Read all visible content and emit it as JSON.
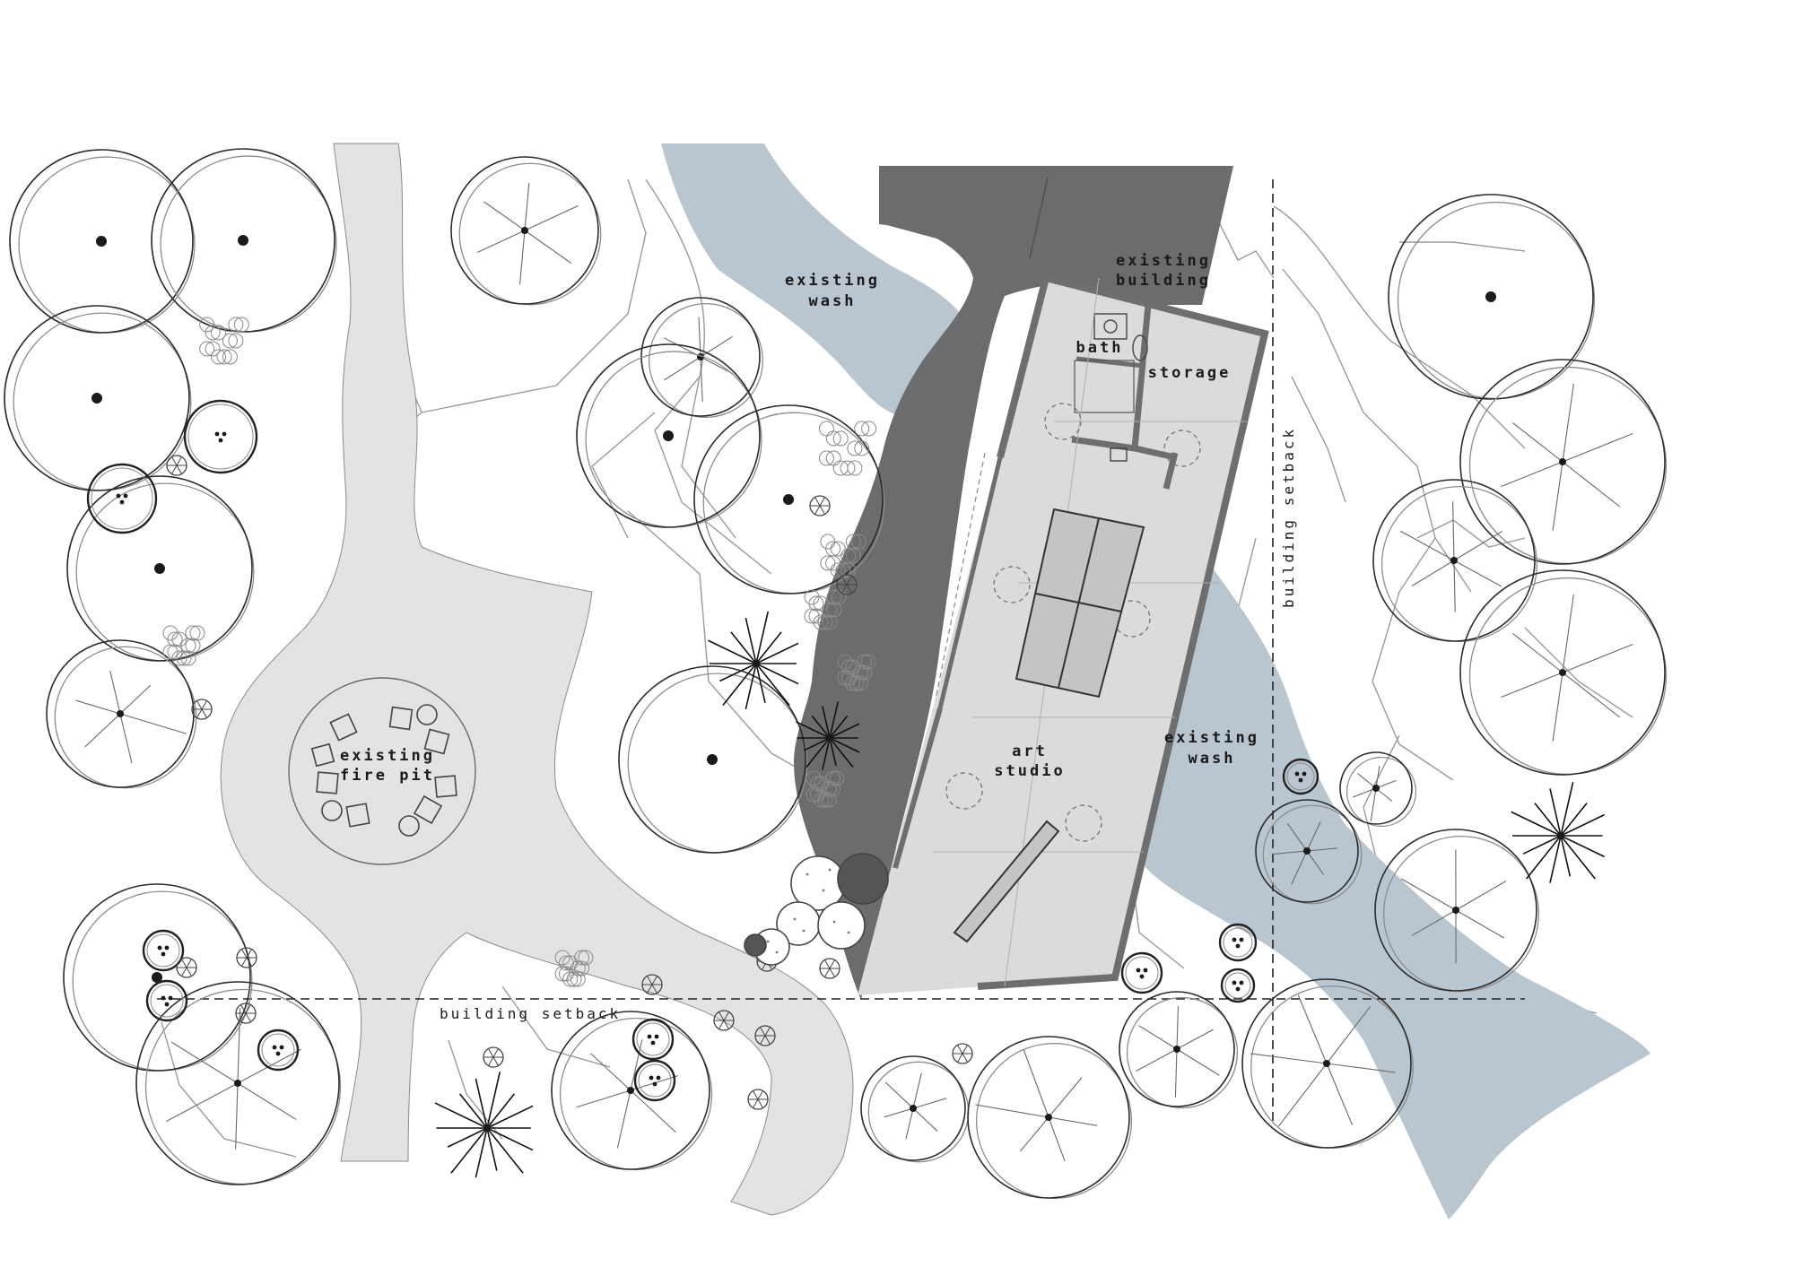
{
  "labels": {
    "existing_wash_top": [
      "existing",
      "wash"
    ],
    "existing_building": [
      "existing",
      "building"
    ],
    "bath": "bath",
    "storage": "storage",
    "art_studio": [
      "art",
      "studio"
    ],
    "existing_wash_right": [
      "existing",
      "wash"
    ],
    "existing_fire_pit": [
      "existing",
      "fire pit"
    ],
    "building_setback_horizontal": "building setback",
    "building_setback_vertical": "building setback"
  },
  "colors": {
    "wash": "#b9c6cf",
    "path": "#e3e3e5",
    "existing_building": "#6b6c6e",
    "floor": "#dcdbdc",
    "walls": "#6e6e6e",
    "tables": "#c4c4c4",
    "trunks": "#1a1a1a"
  },
  "icons": [
    "tree-canopy-icon",
    "palm-tree-icon",
    "shrub-cluster-icon",
    "chair-icon",
    "toilet-icon",
    "sink-icon"
  ]
}
